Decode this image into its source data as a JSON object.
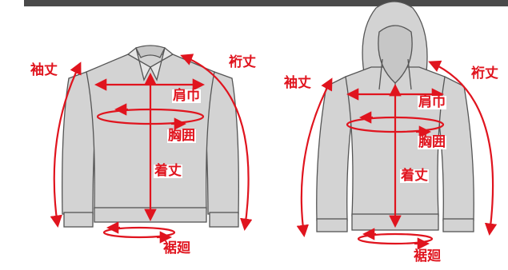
{
  "colors": {
    "accent": "#e0141e",
    "garment_fill": "#d3d3d3",
    "garment_stroke": "#555555",
    "bar": "#4a4a4a"
  },
  "jacket": {
    "sleeve_length": "袖丈",
    "raglan_sleeve": "裄丈",
    "shoulder_width": "肩巾",
    "chest_width": "胸囲",
    "body_length": "着丈",
    "hem_width": "裾廻"
  },
  "hoodie": {
    "sleeve_length": "袖丈",
    "raglan_sleeve": "裄丈",
    "shoulder_width": "肩巾",
    "chest_width": "胸囲",
    "body_length": "着丈",
    "hem_width": "裾廻"
  }
}
